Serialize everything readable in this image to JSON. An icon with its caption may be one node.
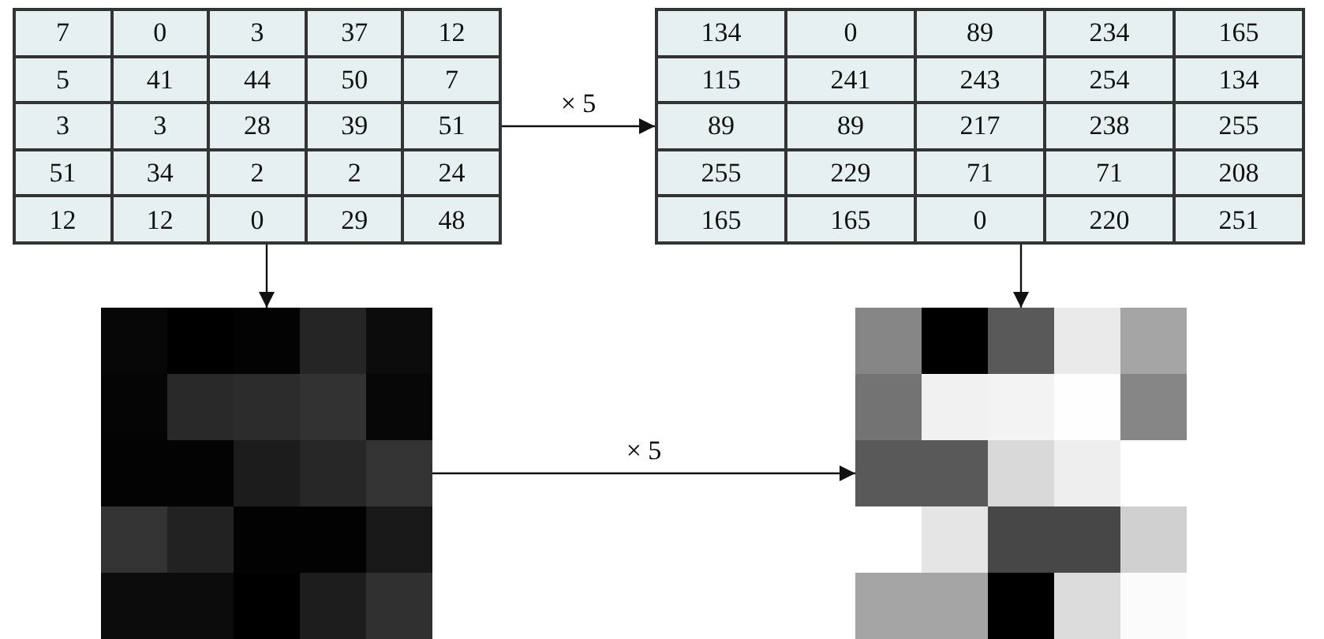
{
  "diagram": {
    "nodes": [
      {
        "text": [
          "7",
          "0",
          "3",
          "37",
          "12",
          "5",
          "41",
          "44",
          "50",
          "7",
          "3",
          "3",
          "28",
          "39",
          "51",
          "51",
          "34",
          "2",
          "2",
          "24",
          "12",
          "12",
          "0",
          "29",
          "48"
        ]
      },
      {
        "text": [
          "134",
          "0",
          "89",
          "234",
          "165",
          "115",
          "241",
          "243",
          "254",
          "134",
          "89",
          "89",
          "217",
          "238",
          "255",
          "255",
          "229",
          "71",
          "71",
          "208",
          "165",
          "165",
          "0",
          "220",
          "251"
        ]
      },
      {
        "text": [],
        "shape": "picture"
      },
      {
        "text": [],
        "shape": "picture"
      }
    ],
    "edges": [
      {
        "from": 0,
        "to": 1,
        "arrow": "to",
        "label": "× 5"
      },
      {
        "from": 0,
        "to": 2,
        "arrow": "to"
      },
      {
        "from": 1,
        "to": 3,
        "arrow": "to"
      },
      {
        "from": 2,
        "to": 3,
        "arrow": "to",
        "label": "× 5"
      }
    ]
  }
}
